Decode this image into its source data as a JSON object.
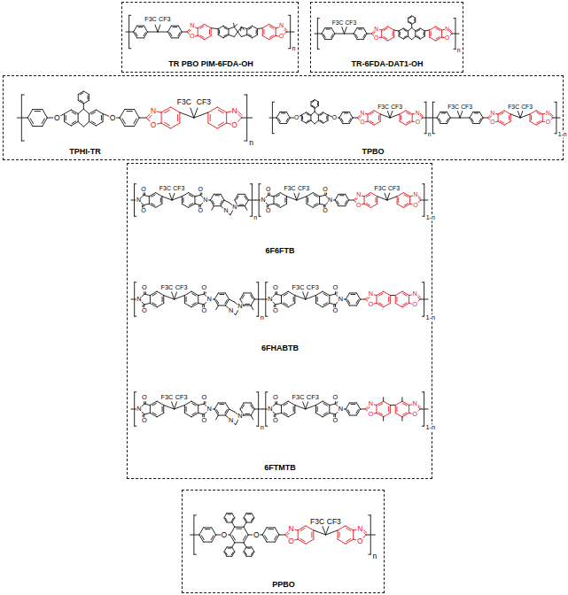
{
  "diagram": {
    "nodes": [
      {
        "text": [
          "TR PBO PIM-6FDA-OH"
        ]
      },
      {
        "text": [
          "TR-6FDA-DAT1-OH"
        ]
      },
      {
        "text": [
          "TPHI-TR",
          "TPBO"
        ]
      },
      {
        "text": [
          "6F6FTB",
          "6FHABTB",
          "6FTMTB"
        ]
      },
      {
        "text": [
          "PPBO"
        ]
      }
    ],
    "labels": [
      "F3C",
      "CF3",
      "N",
      "O",
      "N",
      "O",
      "n",
      "F3C",
      "CF3",
      "N",
      "O",
      "N",
      "O",
      "n",
      "O",
      "O",
      "N",
      "O",
      "F3C",
      "CF3",
      "N",
      "O",
      "n",
      "O",
      "O",
      "N",
      "O",
      "F3C",
      "CF3",
      "N",
      "O",
      "n",
      "F3C",
      "CF3",
      "N",
      "O",
      "F3C",
      "CF3",
      "N",
      "O",
      "1-n",
      "O",
      "N",
      "O",
      "F3C",
      "CF3",
      "O",
      "N",
      "O",
      "N",
      "N",
      "n",
      "O",
      "N",
      "O",
      "F3C",
      "CF3",
      "O",
      "N",
      "O",
      "N",
      "O",
      "F3C",
      "CF3",
      "N",
      "O",
      "1-n",
      "O",
      "N",
      "O",
      "F3C",
      "CF3",
      "O",
      "N",
      "O",
      "N",
      "N",
      "n",
      "O",
      "N",
      "O",
      "F3C",
      "CF3",
      "O",
      "N",
      "O",
      "N",
      "O",
      "N",
      "O",
      "1-n",
      "O",
      "N",
      "O",
      "F3C",
      "CF3",
      "O",
      "N",
      "O",
      "N",
      "N",
      "n",
      "O",
      "N",
      "O",
      "F3C",
      "CF3",
      "O",
      "N",
      "O",
      "N",
      "O",
      "N",
      "O",
      "1-n",
      "O",
      "O",
      "N",
      "O",
      "F3C",
      "CF3",
      "N",
      "O",
      "n"
    ]
  }
}
